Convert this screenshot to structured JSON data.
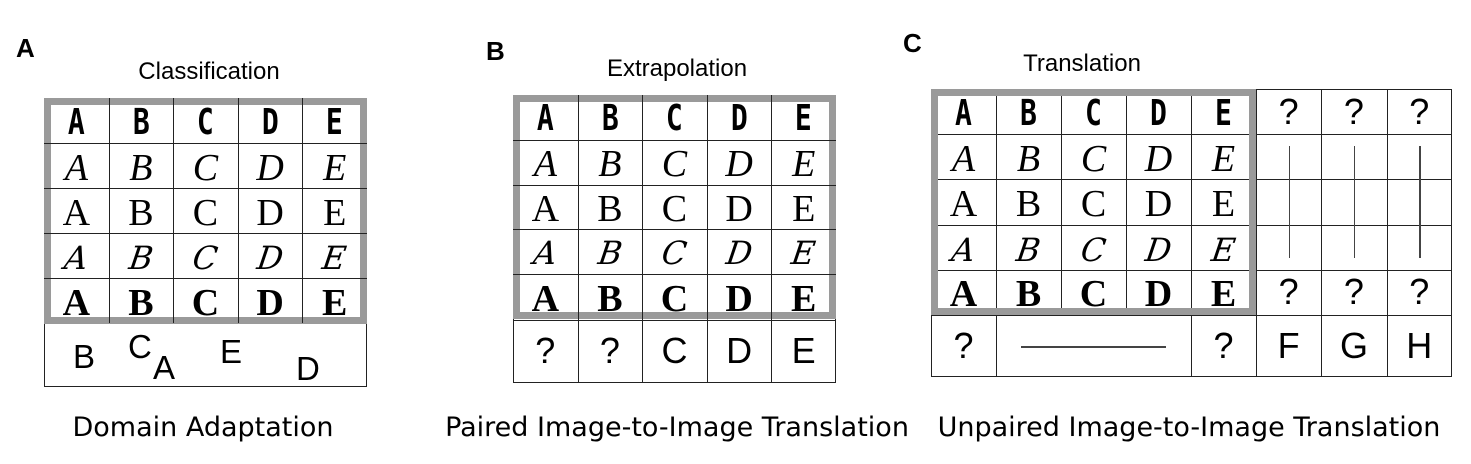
{
  "panels": [
    {
      "letter": "A",
      "title": "Classification",
      "caption": "Domain Adaptation",
      "style_rows": [
        [
          "A",
          "B",
          "C",
          "D",
          "E"
        ],
        [
          "A",
          "B",
          "C",
          "D",
          "E"
        ],
        [
          "A",
          "B",
          "C",
          "D",
          "E"
        ],
        [
          "A",
          "B",
          "C",
          "D",
          "E"
        ],
        [
          "A",
          "B",
          "C",
          "D",
          "E"
        ]
      ],
      "scattered_letters": [
        "B",
        "C",
        "A",
        "E",
        "D"
      ]
    },
    {
      "letter": "B",
      "title": "Extrapolation",
      "caption": "Paired Image-to-Image Translation",
      "style_rows": [
        [
          "A",
          "B",
          "C",
          "D",
          "E"
        ],
        [
          "A",
          "B",
          "C",
          "D",
          "E"
        ],
        [
          "A",
          "B",
          "C",
          "D",
          "E"
        ],
        [
          "A",
          "B",
          "C",
          "D",
          "E"
        ],
        [
          "A",
          "B",
          "C",
          "D",
          "E"
        ]
      ],
      "bottom_row": [
        "?",
        "?",
        "C",
        "D",
        "E"
      ]
    },
    {
      "letter": "C",
      "title": "Translation",
      "caption": "Unpaired Image-to-Image Translation",
      "style_rows": [
        [
          "A",
          "B",
          "C",
          "D",
          "E"
        ],
        [
          "A",
          "B",
          "C",
          "D",
          "E"
        ],
        [
          "A",
          "B",
          "C",
          "D",
          "E"
        ],
        [
          "A",
          "B",
          "C",
          "D",
          "E"
        ],
        [
          "A",
          "B",
          "C",
          "D",
          "E"
        ]
      ],
      "right_top": [
        "?",
        "?",
        "?"
      ],
      "right_bottom": [
        "?",
        "?",
        "?"
      ],
      "bottom_left": "?",
      "bottom_mid": "?",
      "bottom_right": [
        "F",
        "G",
        "H"
      ]
    }
  ]
}
